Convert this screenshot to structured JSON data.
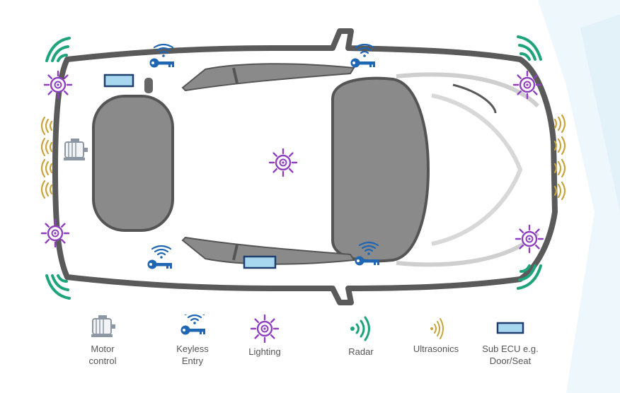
{
  "colors": {
    "car_outline": "#5a5a5a",
    "seat_fill": "#8a8a8a",
    "radar": "#1fa37a",
    "ultrasonics": "#c9a43a",
    "lighting": "#8e3fbf",
    "keyless": "#1f66b3",
    "sub_ecu_fill": "#a8d8f0",
    "sub_ecu_border": "#1f3f6e",
    "motor": "#8d97a3"
  },
  "legend": [
    {
      "id": "motor",
      "icon": "motor-icon",
      "label": "Motor\ncontrol"
    },
    {
      "id": "keyless",
      "icon": "key-icon",
      "label": "Keyless\nEntry"
    },
    {
      "id": "lighting",
      "icon": "light-icon",
      "label": "Lighting"
    },
    {
      "id": "radar",
      "icon": "radar-icon",
      "label": "Radar"
    },
    {
      "id": "ultrasonics",
      "icon": "ultrasonic-icon",
      "label": "Ultrasonics"
    },
    {
      "id": "sub_ecu",
      "icon": "sub-ecu-icon",
      "label": "Sub ECU e.g.\nDoor/Seat"
    }
  ]
}
